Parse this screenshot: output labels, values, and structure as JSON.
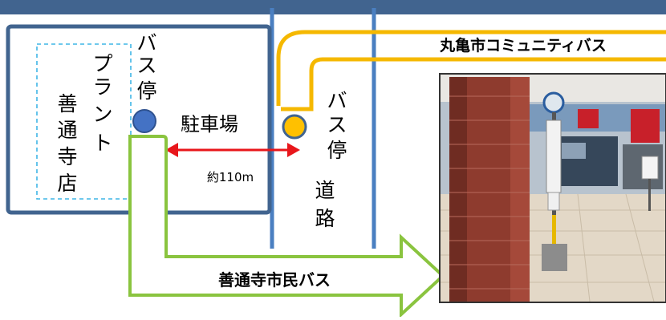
{
  "labels": {
    "plant": [
      "プ",
      "ラ",
      "ン",
      "ト"
    ],
    "store": [
      "善",
      "通",
      "寺",
      "店"
    ],
    "bus_stop_left": [
      "バ",
      "ス",
      "停"
    ],
    "bus_stop_right": [
      "バ",
      "ス",
      "停"
    ],
    "parking": "駐車場",
    "distance": "約110m",
    "road": [
      "道",
      "路"
    ],
    "marugame_bus": "丸亀市コミュニティバス",
    "zentsuji_bus": "善通寺市民バス"
  },
  "colors": {
    "frame": "#41648f",
    "plant_dashed": "#3fb6e6",
    "road_line": "#4a7fc1",
    "marugame_route": "#f5b800",
    "zentsuji_route": "#8ac43f",
    "distance_arrow": "#e8161b",
    "stop_marker_left": "#4472c4",
    "stop_marker_right": "#ffc000"
  },
  "photo": {
    "alt": "バス停の写真"
  }
}
